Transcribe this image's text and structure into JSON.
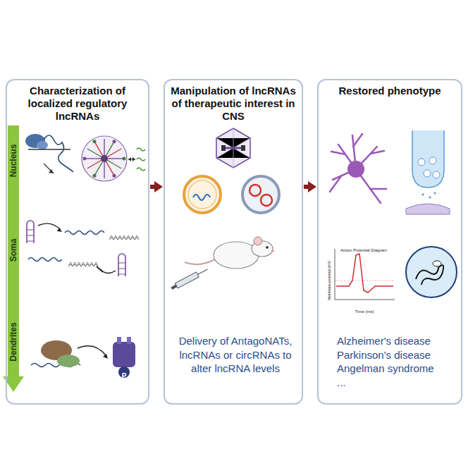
{
  "diagram": {
    "nodes": [
      {
        "text": [
          "Characterization of localized regulatory lncRNAs"
        ]
      },
      {
        "text": [
          "Manipulation of lncRNAs of therapeutic interest in CNS",
          "Delivery of AntagoNATs, lncRNAs or circRNAs to alter lncRNA levels"
        ]
      },
      {
        "text": [
          "Restored phenotype",
          "Alzheimer's disease Parkinson's disease Angelman syndrome ..."
        ]
      }
    ],
    "edges": [
      {
        "from": 0,
        "to": 1,
        "arrow": "to"
      },
      {
        "from": 1,
        "to": 2,
        "arrow": "to"
      }
    ],
    "labels": [
      "Nucleus",
      "Soma",
      "Dendrites",
      "AAAAAAA",
      "AAAAAAA",
      "P",
      "Action Potential Diagram",
      "Membrane potential (mV)",
      "Time (ms)"
    ]
  }
}
